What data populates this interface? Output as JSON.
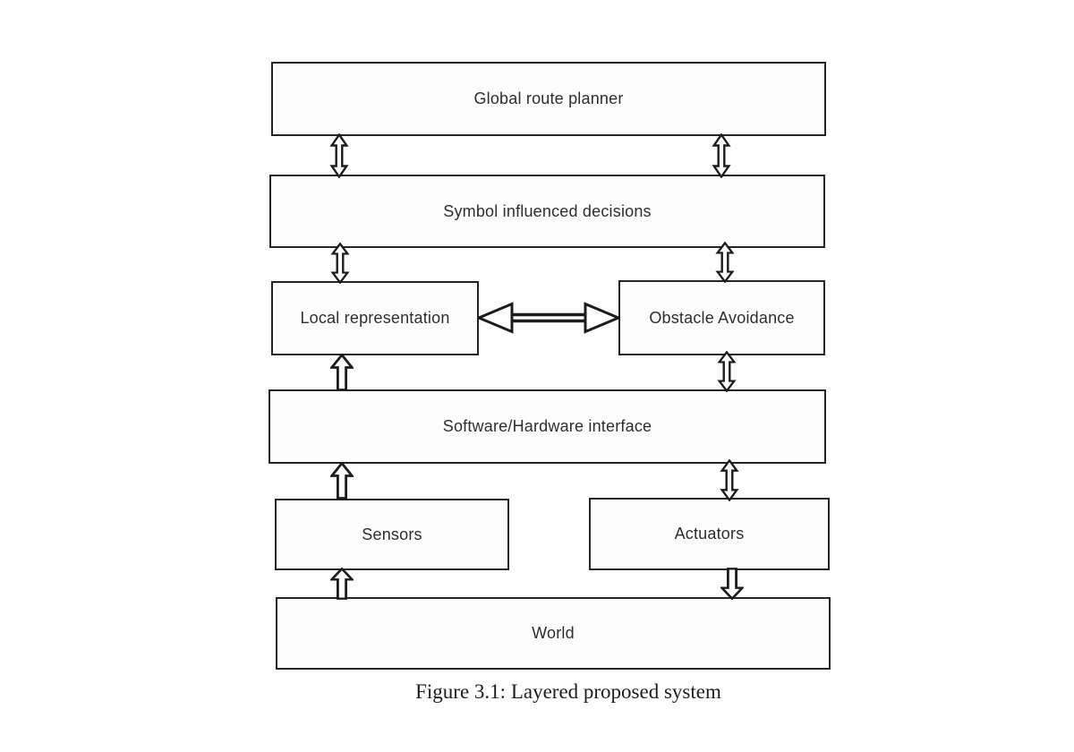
{
  "diagram": {
    "caption": "Figure 3.1: Layered proposed system",
    "boxes": [
      {
        "id": "global-route-planner",
        "label": "Global route planner"
      },
      {
        "id": "symbol-influenced-decisions",
        "label": "Symbol influenced decisions"
      },
      {
        "id": "local-representation",
        "label": "Local representation"
      },
      {
        "id": "obstacle-avoidance",
        "label": "Obstacle Avoidance"
      },
      {
        "id": "software-hardware-interface",
        "label": "Software/Hardware interface"
      },
      {
        "id": "sensors",
        "label": "Sensors"
      },
      {
        "id": "actuators",
        "label": "Actuators"
      },
      {
        "id": "world",
        "label": "World"
      }
    ],
    "connections": [
      {
        "from": "Global route planner",
        "to": "Symbol influenced decisions",
        "type": "bidirectional",
        "side": "left"
      },
      {
        "from": "Global route planner",
        "to": "Symbol influenced decisions",
        "type": "bidirectional",
        "side": "right"
      },
      {
        "from": "Symbol influenced decisions",
        "to": "Local representation",
        "type": "bidirectional"
      },
      {
        "from": "Symbol influenced decisions",
        "to": "Obstacle Avoidance",
        "type": "bidirectional"
      },
      {
        "from": "Local representation",
        "to": "Obstacle Avoidance",
        "type": "bidirectional",
        "orientation": "horizontal"
      },
      {
        "from": "Software/Hardware interface",
        "to": "Local representation",
        "type": "up"
      },
      {
        "from": "Obstacle Avoidance",
        "to": "Software/Hardware interface",
        "type": "bidirectional"
      },
      {
        "from": "Sensors",
        "to": "Software/Hardware interface",
        "type": "up"
      },
      {
        "from": "Software/Hardware interface",
        "to": "Actuators",
        "type": "bidirectional"
      },
      {
        "from": "World",
        "to": "Sensors",
        "type": "up"
      },
      {
        "from": "Actuators",
        "to": "World",
        "type": "down"
      }
    ],
    "colors": {
      "line": "#1c1c1c",
      "box_fill": "#fdfdfd",
      "background": "#fefefe",
      "text": "#2e2e2e"
    }
  }
}
